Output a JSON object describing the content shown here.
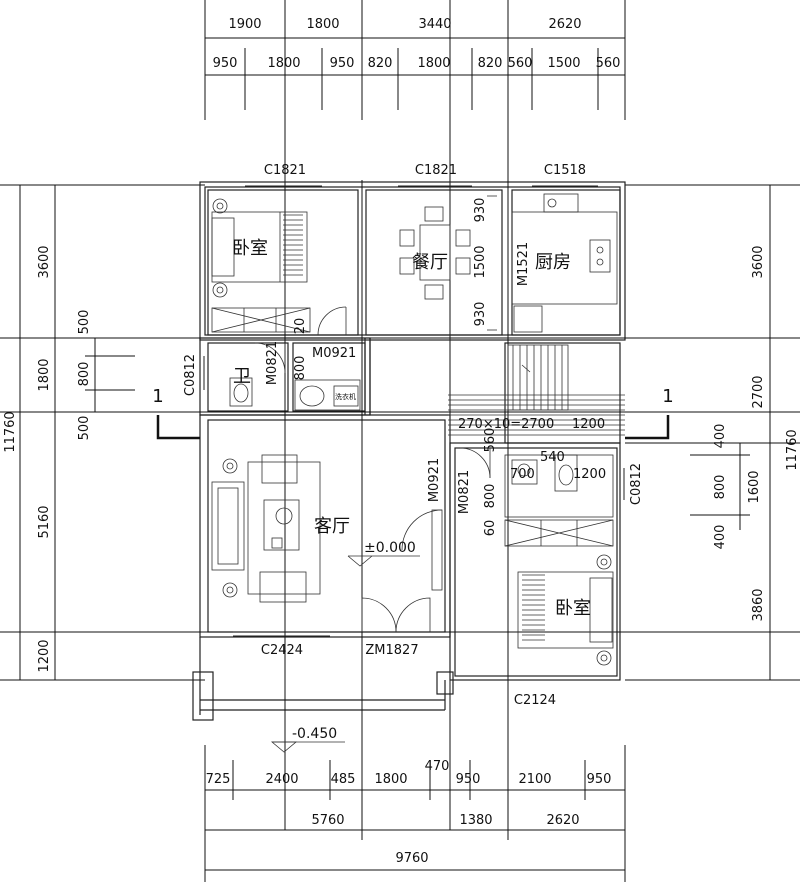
{
  "dims": {
    "top_row1": [
      "1900",
      "1800",
      "3440",
      "2620"
    ],
    "top_row2": [
      "950",
      "1800",
      "950",
      "820",
      "1800",
      "820",
      "560",
      "1500",
      "560"
    ],
    "bottom_row1": [
      "725",
      "2400",
      "485",
      "1800",
      "950",
      "2100",
      "950"
    ],
    "bottom_470": "470",
    "bottom_row2": [
      "5760",
      "1380",
      "2620"
    ],
    "bottom_total": "9760",
    "left_outer": [
      "3600",
      "1800",
      "5160",
      "1200"
    ],
    "left_total": "11760",
    "left_inner": [
      "500",
      "800",
      "500"
    ],
    "right_outer": [
      "3600",
      "2700",
      "3860"
    ],
    "right_total": "11760",
    "right_inner": [
      "400",
      "800",
      "400"
    ],
    "right_1600": "1600"
  },
  "rooms": {
    "bedroom1": "卧室",
    "dining": "餐厅",
    "kitchen": "厨房",
    "bath1": "卫",
    "living": "客厅",
    "bedroom2": "卧室"
  },
  "labels": {
    "c1821_a": "C1821",
    "c1821_b": "C1821",
    "c1518": "C1518",
    "m1521": "M1521",
    "v930_a": "930",
    "v1500": "1500",
    "v930_b": "930",
    "c0812_l": "C0812",
    "m0821_a": "M0821",
    "m0921_a": "M0921",
    "n20": "20",
    "n800": "800",
    "stair": "270×10=2700",
    "n1200_stair": "1200",
    "n560": "560",
    "m0921_b": "M0921",
    "m0821_b": "M0821",
    "n540": "540",
    "n700": "700",
    "n1200_b": "1200",
    "n800_b": "800",
    "n60": "60",
    "c0812_r": "C0812",
    "level0": "±0.000",
    "c2424": "C2424",
    "zm1827": "ZM1827",
    "c2124": "C2124",
    "level1": "-0.450",
    "section": "1",
    "wash": "洗衣机"
  }
}
